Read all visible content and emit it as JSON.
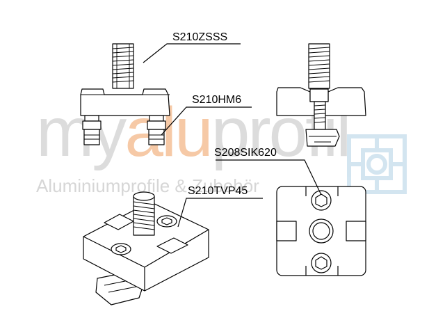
{
  "watermark": {
    "brand_prefix": "my",
    "brand_highlight": "alu",
    "brand_suffix": "profil",
    "tagline": "Aluminiumprofile & Zubehör"
  },
  "labels": {
    "stud_screw": "S210ZSSS",
    "hex_nut": "S210HM6",
    "socket_screw": "S208SIK620",
    "plate": "S210TVP45"
  },
  "colors": {
    "line": "#000000",
    "watermark_gray": "#d6d6d6",
    "watermark_orange": "#f6c9a6",
    "watermark_blue": "#cfe3ef"
  }
}
